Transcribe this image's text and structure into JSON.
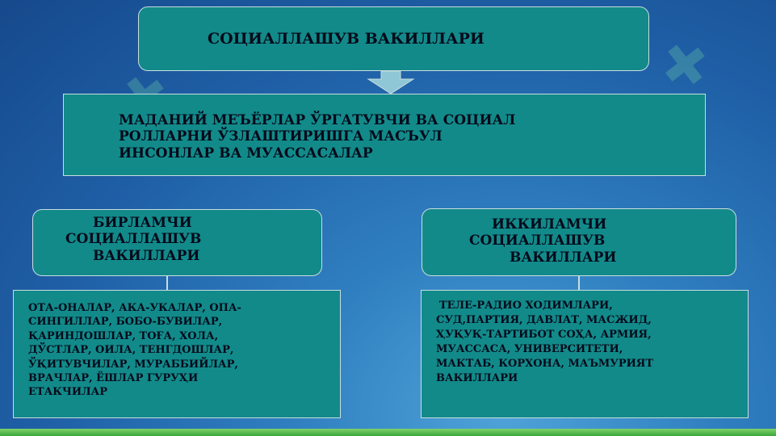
{
  "title_box": {
    "text": "СОЦИАЛЛАШУВ ВАКИЛЛАРИ"
  },
  "definition_box": {
    "lines": [
      "МАДАНИЙ МЕЪЁРЛАР ЎРГАТУВЧИ ВА  СОЦИАЛ",
      "РОЛЛАРНИ ЎЗЛАШТИРИШГА МАСЪУЛ",
      "ИНСОНЛАР ВА МУАССАСАЛАР"
    ]
  },
  "primary": {
    "heading_lines": [
      "БИРЛАМЧИ",
      "СОЦИАЛЛАШУВ",
      "ВАКИЛЛАРИ"
    ],
    "detail_lines": [
      "ОТА-ОНАЛАР, АКА-УКАЛАР, ОПА-",
      "СИНГИЛЛАР, БОБО-БУВИЛАР,",
      "ҚАРИНДОШЛАР, ТОҒА, ХОЛА,",
      "ДЎСТЛАР, ОИЛА, ТЕНГДОШЛАР,",
      "ЎҚИТУВЧИЛАР, МУРАББИЙЛАР,",
      "ВРАЧЛАР, ЁШЛАР ГУРУҲИ",
      "ЕТАКЧИЛАР"
    ]
  },
  "secondary": {
    "heading_lines": [
      "ИККИЛАМЧИ",
      "СОЦИАЛЛАШУВ",
      "ВАКИЛЛАРИ"
    ],
    "detail_lines": [
      "ТЕЛЕ-РАДИО ХОДИМЛАРИ,",
      "СУД,ПАРТИЯ, ДАВЛАТ, МАСЖИД,",
      "ҲУҚУҚ-ТАРТИБОТ СОҲА, АРМИЯ,",
      "МУАССАСА, УНИВЕРСИТЕТИ,",
      "МАКТАБ, КОРХОНА, МАЪМУРИЯТ",
      "ВАКИЛЛАРИ"
    ]
  },
  "colors": {
    "box_fill": "#128a8a",
    "box_border": "#c8dede",
    "background": "#1f5fa6",
    "bottom_bar": "#3aa63a"
  }
}
